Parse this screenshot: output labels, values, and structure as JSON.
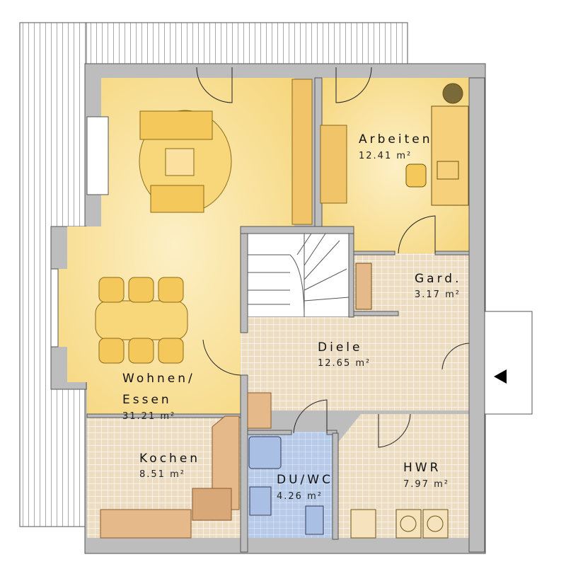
{
  "plan": {
    "colors": {
      "wall": "#bdbdbd",
      "warm": "#f7d77f",
      "tile": "#efe2cc",
      "bath": "#b9cdea",
      "kitchen_unit": "#e6b98a"
    },
    "rooms": [
      {
        "name": "Wohnen/",
        "name2": "Essen",
        "area": "31.21 m²"
      },
      {
        "name": "Arbeiten",
        "area": "12.41 m²"
      },
      {
        "name": "Gard.",
        "area": "3.17 m²"
      },
      {
        "name": "Diele",
        "area": "12.65 m²"
      },
      {
        "name": "Kochen",
        "area": "8.51 m²"
      },
      {
        "name": "DU/WC",
        "area": "4.26 m²"
      },
      {
        "name": "HWR",
        "area": "7.97 m²"
      }
    ],
    "entrance_icon": "arrow-left-icon"
  }
}
